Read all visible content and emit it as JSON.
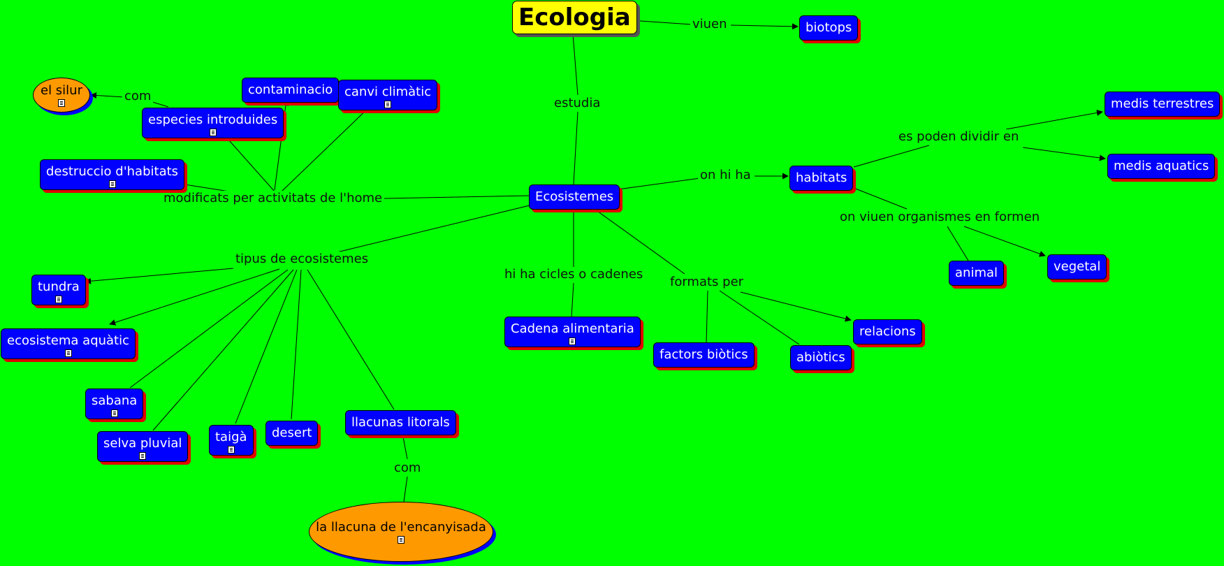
{
  "colors": {
    "background": "#00ff00",
    "node_fill": "#0000ff",
    "node_shadow": "#e00000",
    "root_fill": "#ffff00",
    "example_fill": "#ff9900"
  },
  "icons": {
    "resource": "document-icon"
  },
  "nodes": {
    "ecologia": {
      "label": "Ecologia"
    },
    "biotops": {
      "label": "biotops"
    },
    "ecosistemes": {
      "label": "Ecosistemes"
    },
    "habitats": {
      "label": "habitats"
    },
    "medis_terrestres": {
      "label": "medis terrestres"
    },
    "medis_aquatics": {
      "label": "medis aquatics"
    },
    "animal": {
      "label": "animal"
    },
    "vegetal": {
      "label": "vegetal"
    },
    "relacions": {
      "label": "relacions"
    },
    "factors_biotics": {
      "label": "factors biòtics"
    },
    "abiotics": {
      "label": "abiòtics"
    },
    "cadena_alimentaria": {
      "label": "Cadena alimentaria"
    },
    "el_silur": {
      "label": "el silur"
    },
    "contaminacio": {
      "label": "contaminacio"
    },
    "canvi_climatic": {
      "label": "canvi climàtic"
    },
    "especies_introduides": {
      "label": "especies introduides"
    },
    "destruccio_habitats": {
      "label": "destruccio d'habitats"
    },
    "tundra": {
      "label": "tundra"
    },
    "ecosistema_aquatic": {
      "label": "ecosistema aquàtic"
    },
    "sabana": {
      "label": "sabana"
    },
    "selva_pluvial": {
      "label": "selva pluvial"
    },
    "taiga": {
      "label": "taigà"
    },
    "desert": {
      "label": "desert"
    },
    "llacunas_litorals": {
      "label": "llacunas litorals"
    },
    "llacuna_encanyisada": {
      "label": "la llacuna de l'encanyisada"
    }
  },
  "link_labels": {
    "viuen": "viuen",
    "estudia": "estudia",
    "on_hi_ha": "on hi ha",
    "es_poden_dividir": "es poden dividir en",
    "on_viuen": "on viuen organismes en formen",
    "formats_per": "formats per",
    "hi_ha_cicles": "hi ha cicles o cadenes",
    "modificats": "modificats per activitats de l'home",
    "com_silur": "com",
    "tipus": "tipus de ecosistemes",
    "com_llacuna": "com"
  }
}
